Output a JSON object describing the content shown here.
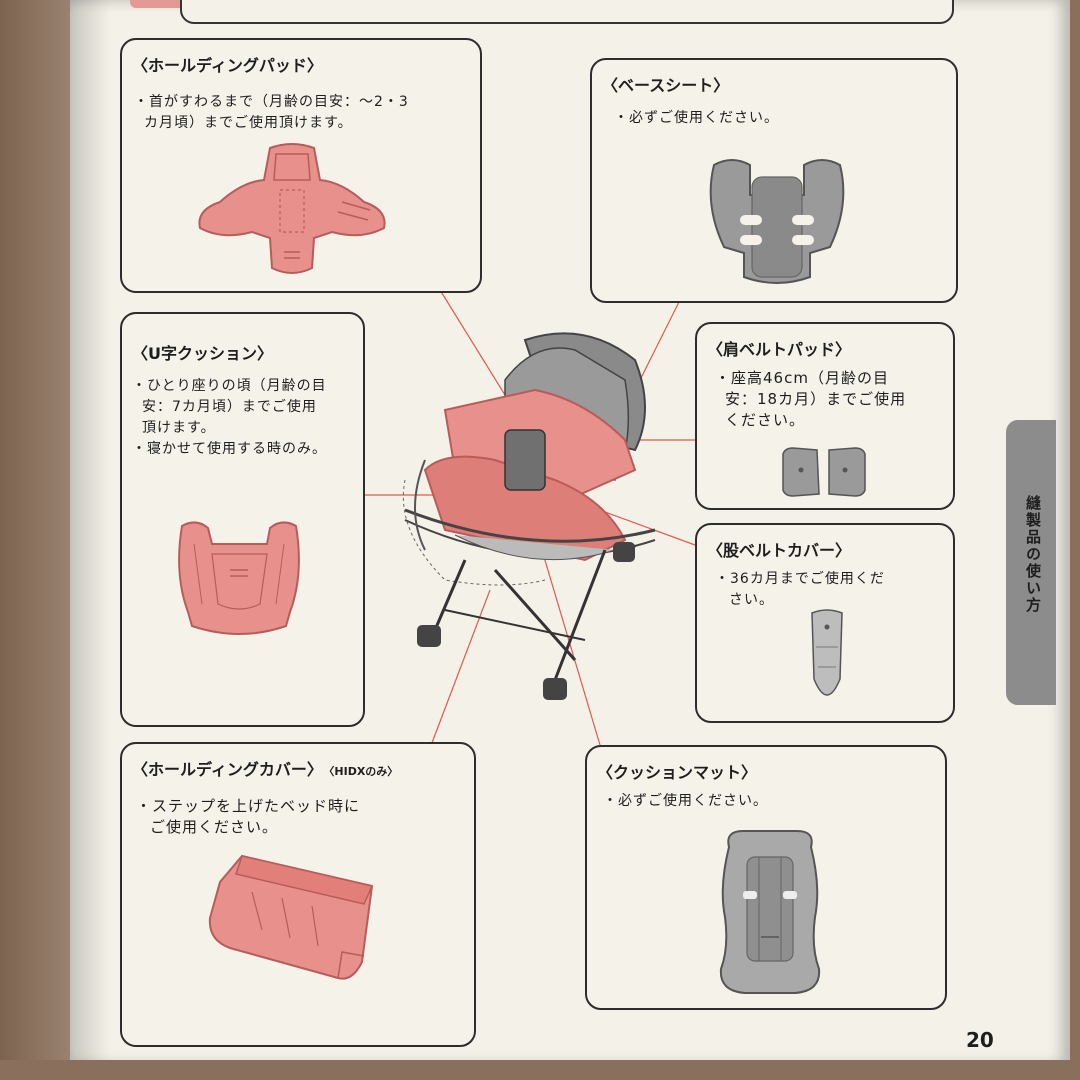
{
  "panels": {
    "holding_pad": {
      "title": "〈ホールディングパッド〉",
      "lines": [
        "・首がすわるまで（月齢の目安：～2・3",
        "カ月頃）までご使用頂けます。"
      ]
    },
    "base_seat": {
      "title": "〈ベースシート〉",
      "lines": [
        "・必ずご使用ください。"
      ]
    },
    "u_cushion": {
      "title": "〈U字クッション〉",
      "lines": [
        "・ひとり座りの頃（月齢の目",
        "安：7カ月頃）までご使用",
        "頂けます。",
        "・寝かせて使用する時のみ。"
      ]
    },
    "shoulder_pad": {
      "title": "〈肩ベルトパッド〉",
      "lines": [
        "・座高46cm（月齢の目",
        "安：18カ月）までご使用",
        "ください。"
      ]
    },
    "crotch_cover": {
      "title": "〈股ベルトカバー〉",
      "lines": [
        "・36カ月までご使用くだ",
        "さい。"
      ]
    },
    "holding_cover": {
      "title": "〈ホールディングカバー〉",
      "note": "〈HIDXのみ〉",
      "lines": [
        "・ステップを上げたベッド時に",
        "ご使用ください。"
      ]
    },
    "cushion_mat": {
      "title": "〈クッションマット〉",
      "lines": [
        "・必ずご使用ください。"
      ]
    }
  },
  "side_tab": "縫製品の使い方",
  "page_number": "20",
  "colors": {
    "pink": "#e8918c",
    "pink_dark": "#b85c5a",
    "gray": "#9a9a9a",
    "gray_dark": "#555555",
    "leader": "#e05a50"
  }
}
